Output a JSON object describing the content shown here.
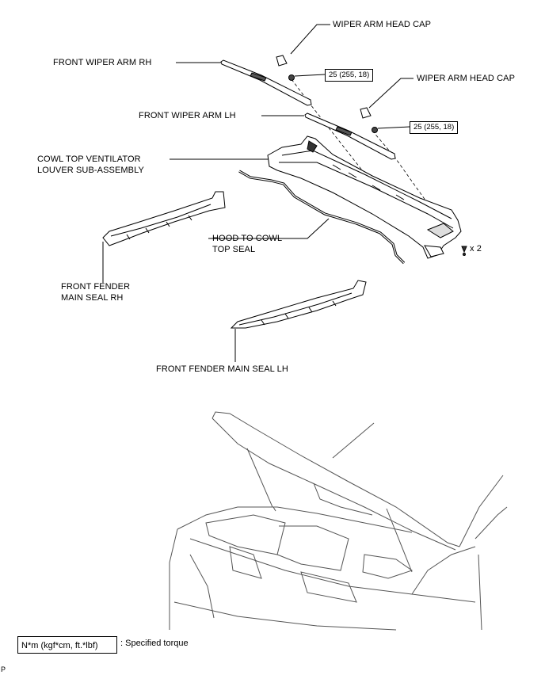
{
  "labels": {
    "wiper_cap_top": "WIPER ARM HEAD CAP",
    "wiper_cap_right": "WIPER ARM HEAD CAP",
    "wiper_arm_rh": "FRONT WIPER ARM RH",
    "wiper_arm_lh": "FRONT WIPER ARM LH",
    "cowl_line1": "COWL TOP VENTILATOR",
    "cowl_line2": "LOUVER SUB-ASSEMBLY",
    "hood_seal_line1": "HOOD TO COWL",
    "hood_seal_line2": "TOP SEAL",
    "fender_rh_line1": "FRONT FENDER",
    "fender_rh_line2": "MAIN SEAL RH",
    "fender_lh": "FRONT FENDER MAIN SEAL LH",
    "clip_count": "x 2"
  },
  "torque": {
    "rh": "25 (255, 18)",
    "lh": "25 (255, 18)"
  },
  "legend": {
    "unit": "N*m (kgf*cm, ft.*lbf)",
    "description": ": Specified torque"
  },
  "corner_mark": "P"
}
